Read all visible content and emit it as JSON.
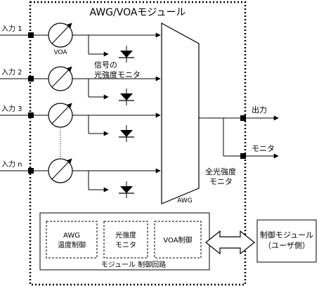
{
  "module_title": "AWG/VOAモジュール",
  "inputs": [
    "入力 1",
    "入力 2",
    "入力 3",
    "入力 n"
  ],
  "voa_label": "VOA",
  "signal_monitor_label": [
    "信号の",
    "光強度モニタ"
  ],
  "awg_label": "AWG",
  "output_label": "出力",
  "monitor_label": "モニタ",
  "total_monitor_label": [
    "全光強度",
    "モニタ"
  ],
  "control_blocks": [
    [
      "AWG",
      "温度制御"
    ],
    [
      "光強度",
      "モニタ"
    ],
    [
      "VOA制御"
    ]
  ],
  "control_circuit_label": "モジュール 制御回路",
  "control_module_label": [
    "制御モジュール",
    "（ユーザ側）"
  ]
}
